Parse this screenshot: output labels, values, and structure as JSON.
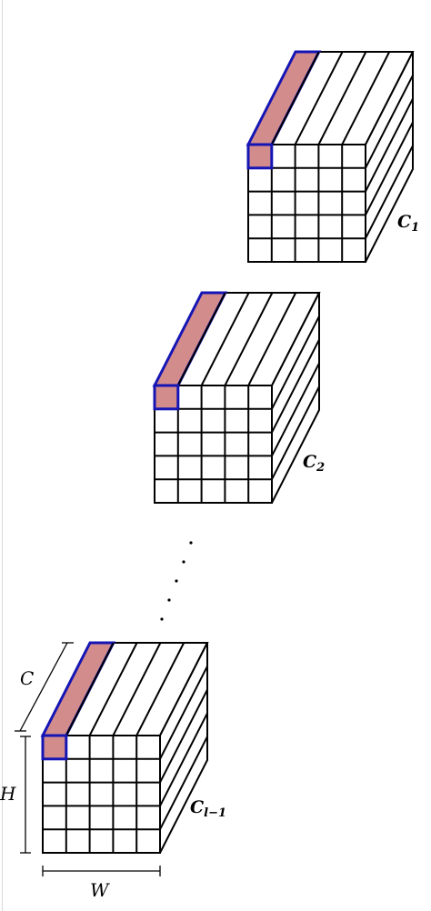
{
  "colors": {
    "stroke": "#000000",
    "highlight_fill": "#d38c8c",
    "highlight_border": "#1515b5",
    "background": "#ffffff"
  },
  "grid": {
    "rows": 5,
    "cols": 5,
    "depth_slices": 5
  },
  "cubes": [
    {
      "label": "C",
      "subscript": "1"
    },
    {
      "label": "C",
      "subscript": "2"
    },
    {
      "label": "C",
      "subscript": "l−1"
    }
  ],
  "dimensions": {
    "channel": "C",
    "height": "H",
    "width": "W"
  }
}
